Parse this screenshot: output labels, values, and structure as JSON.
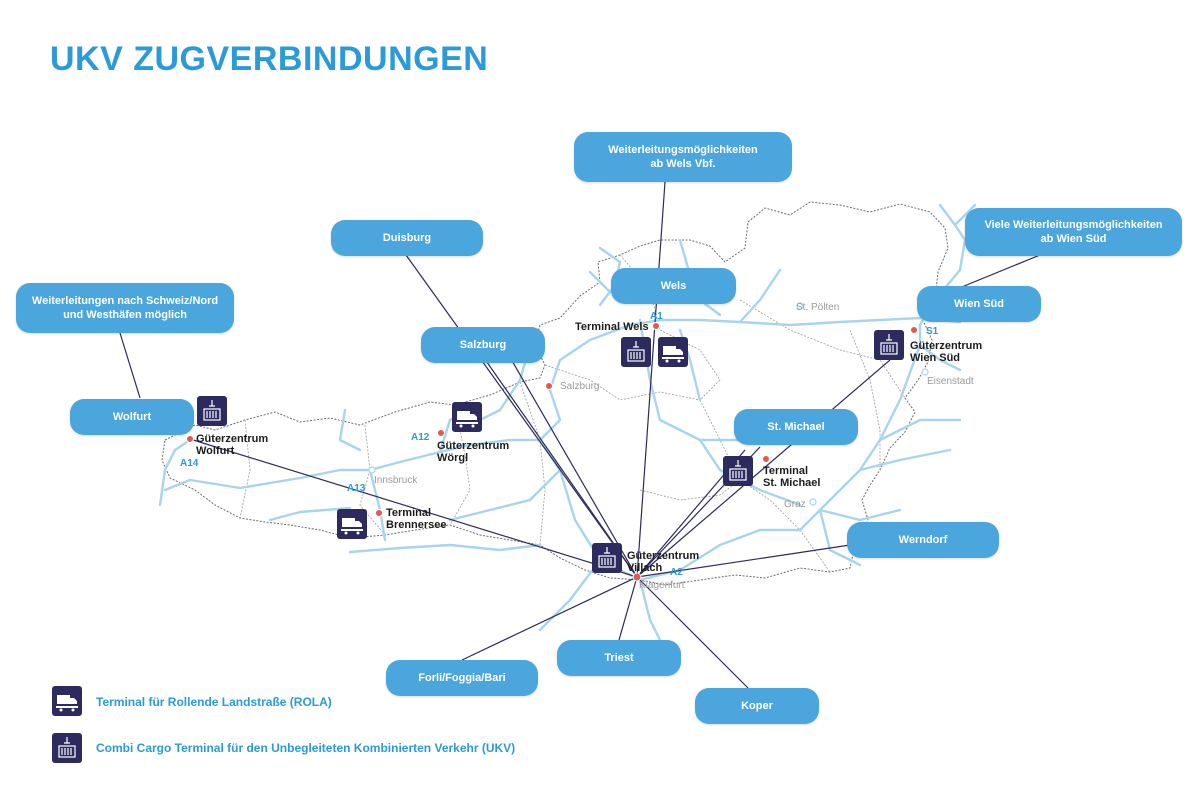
{
  "title": "UKV ZUGVERBINDUNGEN",
  "colors": {
    "title": "#2a9bd8",
    "pill": "#4aa6dc",
    "icon": "#2c2a5e",
    "line": "#2c2a5e",
    "road": "#a8d4ef",
    "node": "#e05a4e"
  },
  "destinations": {
    "wels_vbf": "Weiterleitungsmöglichkeiten\nab Wels Vbf.",
    "wien_sued_more": "Viele Weiterleitungsmöglichkeiten\nab Wien Süd",
    "duisburg": "Duisburg",
    "schweiz": "Weiterleitungen nach Schweiz/Nord\nund Westhäfen möglich",
    "wels": "Wels",
    "salzburg": "Salzburg",
    "wien_sued": "Wien Süd",
    "wolfurt": "Wolfurt",
    "st_michael": "St. Michael",
    "werndorf": "Werndorf",
    "triest": "Triest",
    "forli": "Forli/Foggia/Bari",
    "koper": "Koper"
  },
  "terminals": {
    "wels": "Terminal Wels",
    "wien": "Güterzentrum\nWien Süd",
    "wolfurt": "Güterzentrum\nWolfurt",
    "woergl": "Güterzentrum\nWörgl",
    "st_michael": "Terminal\nSt. Michael",
    "brennersee": "Terminal\nBrennersee",
    "villach": "Güterzentrum\nVillach"
  },
  "cities": {
    "st_poelten": "St. Pölten",
    "salzburg": "Salzburg",
    "eisenstadt": "Eisenstadt",
    "innsbruck": "Innsbruck",
    "graz": "Graz",
    "klagenfurt": "Klagenfurt"
  },
  "roads": {
    "a1": "A1",
    "s1": "S1",
    "a12": "A12",
    "a14": "A14",
    "a13": "A13",
    "a2": "A2"
  },
  "legend": {
    "rola": "Terminal für Rollende Landstraße (ROLA)",
    "ukv": "Combi Cargo Terminal für den Unbegleiteten Kombinierten Verkehr (UKV)"
  },
  "icons": {
    "truck": "truck-on-rail-icon",
    "container": "container-crane-icon"
  }
}
